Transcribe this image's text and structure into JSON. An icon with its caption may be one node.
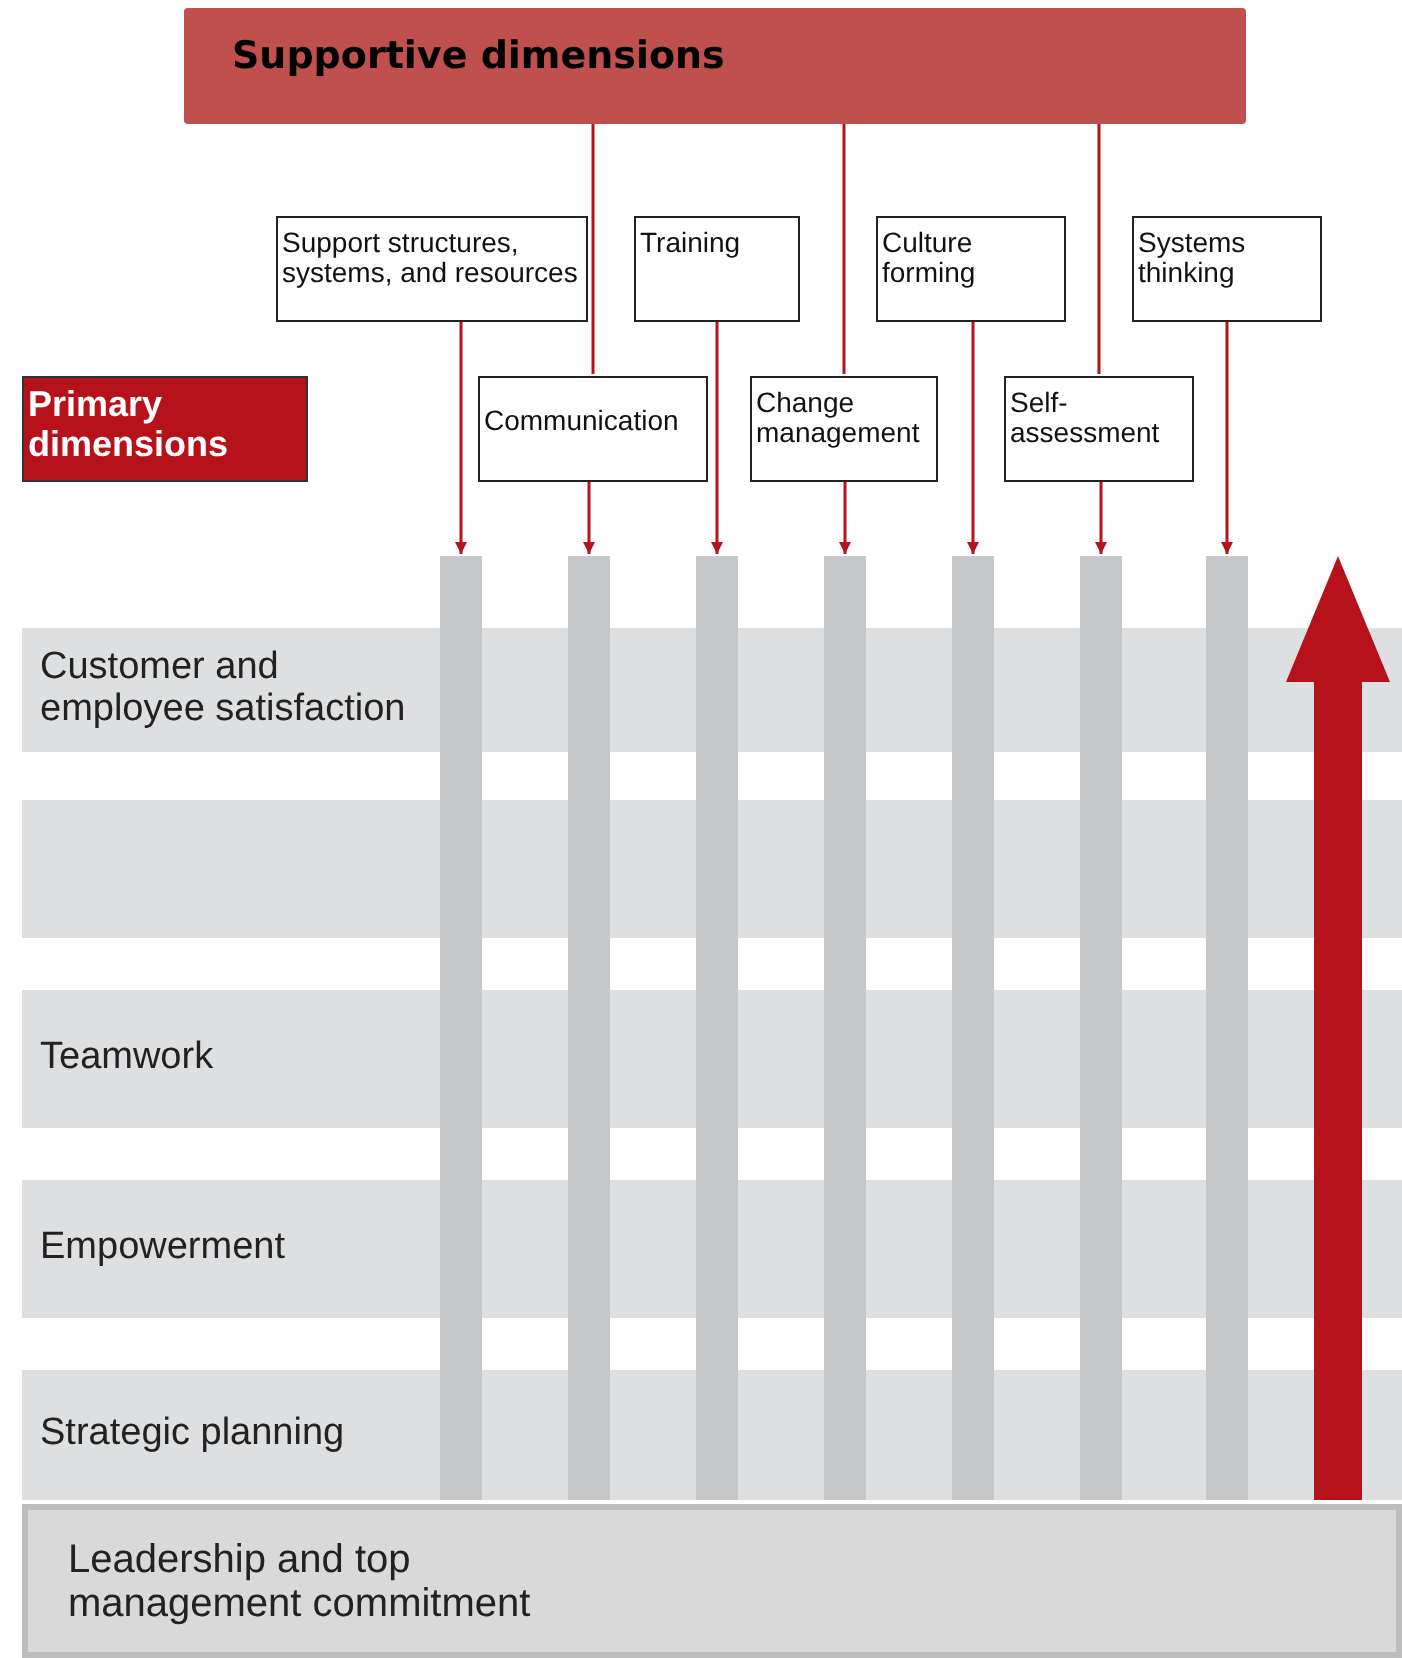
{
  "diagram": {
    "nodes": [
      {
        "text": [
          "Supportive dimensions"
        ]
      },
      {
        "text": [
          "Support structures, systems, and resources"
        ]
      },
      {
        "text": [
          "Training"
        ]
      },
      {
        "text": [
          "Culture forming"
        ]
      },
      {
        "text": [
          "Systems thinking"
        ]
      },
      {
        "text": [
          "Primary dimensions"
        ]
      },
      {
        "text": [
          "Communication"
        ]
      },
      {
        "text": [
          "Change management"
        ]
      },
      {
        "text": [
          "Self-assessment"
        ]
      },
      {
        "text": [],
        "shape": "bar"
      },
      {
        "text": [],
        "shape": "bar"
      },
      {
        "text": [],
        "shape": "bar"
      },
      {
        "text": [],
        "shape": "bar"
      },
      {
        "text": [],
        "shape": "bar"
      },
      {
        "text": [],
        "shape": "bar"
      },
      {
        "text": [],
        "shape": "bar"
      },
      {
        "text": [
          "Customer and employee satisfaction"
        ]
      },
      {
        "text": [],
        "shape": "box"
      },
      {
        "text": [
          "Teamwork"
        ]
      },
      {
        "text": [
          "Empowerment"
        ]
      },
      {
        "text": [
          "Strategic planning"
        ]
      },
      {
        "text": [
          "Leadership and top management commitment"
        ]
      }
    ],
    "edges": [
      {
        "from": 0,
        "to": 6,
        "arrow": "none"
      },
      {
        "from": 0,
        "to": 7,
        "arrow": "none"
      },
      {
        "from": 0,
        "to": 8,
        "arrow": "none"
      },
      {
        "from": 1,
        "to": 9,
        "arrow": "to"
      },
      {
        "from": 6,
        "to": 10,
        "arrow": "to"
      },
      {
        "from": 2,
        "to": 11,
        "arrow": "to"
      },
      {
        "from": 7,
        "to": 12,
        "arrow": "to"
      },
      {
        "from": 3,
        "to": 13,
        "arrow": "to"
      },
      {
        "from": 8,
        "to": 14,
        "arrow": "to"
      },
      {
        "from": 4,
        "to": 15,
        "arrow": "to"
      }
    ]
  }
}
